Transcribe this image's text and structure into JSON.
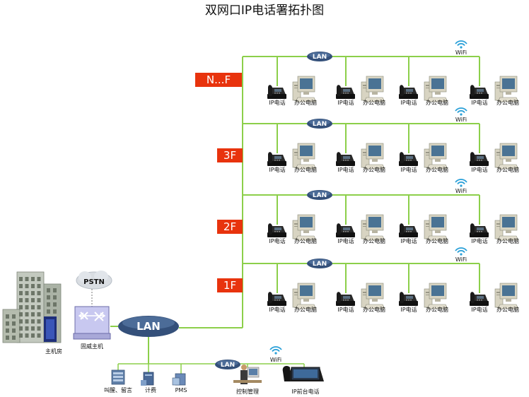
{
  "title": "双网口IP电话署拓扑图",
  "lan_label": "LAN",
  "wifi_label": "WiFi",
  "pstn_label": "PSTN",
  "floors": [
    {
      "label": "N...F",
      "devices": [
        {
          "phone": "IP电话",
          "pc": "办公电脑"
        },
        {
          "phone": "IP电话",
          "pc": "办公电脑"
        },
        {
          "phone": "IP电话",
          "pc": "办公电脑"
        },
        {
          "phone": "IP电话",
          "pc": "办公电脑"
        }
      ]
    },
    {
      "label": "3F",
      "devices": [
        {
          "phone": "IP电话",
          "pc": "办公电脑"
        },
        {
          "phone": "IP电话",
          "pc": "办公电脑"
        },
        {
          "phone": "IP电话",
          "pc": "办公电脑"
        },
        {
          "phone": "IP电话",
          "pc": "办公电脑"
        }
      ]
    },
    {
      "label": "2F",
      "devices": [
        {
          "phone": "IP电话",
          "pc": "办公电脑"
        },
        {
          "phone": "IP电话",
          "pc": "办公电脑"
        },
        {
          "phone": "IP电话",
          "pc": "办公电脑"
        },
        {
          "phone": "IP电话",
          "pc": "办公电脑"
        }
      ]
    },
    {
      "label": "1F",
      "devices": [
        {
          "phone": "IP电话",
          "pc": "办公电脑"
        },
        {
          "phone": "IP电话",
          "pc": "办公电脑"
        },
        {
          "phone": "IP电话",
          "pc": "办公电脑"
        },
        {
          "phone": "IP电话",
          "pc": "办公电脑"
        }
      ]
    }
  ],
  "equipment_room_label": "主机房",
  "gateway_label": "固威主机",
  "bottom_devices": [
    {
      "label": "叫醒、留言",
      "icon": "server-rack-icon"
    },
    {
      "label": "计费",
      "icon": "computer-tower-icon"
    },
    {
      "label": "PMS",
      "icon": "pms-server-icon"
    }
  ],
  "operator_label": "控制管理",
  "console_phone_label": "IP前台电话",
  "colors": {
    "line": "#8ccf4a",
    "floor_box": "#e8330d",
    "lan_cloud": "#34507a",
    "pstn_cloud": "#d9dde2"
  }
}
